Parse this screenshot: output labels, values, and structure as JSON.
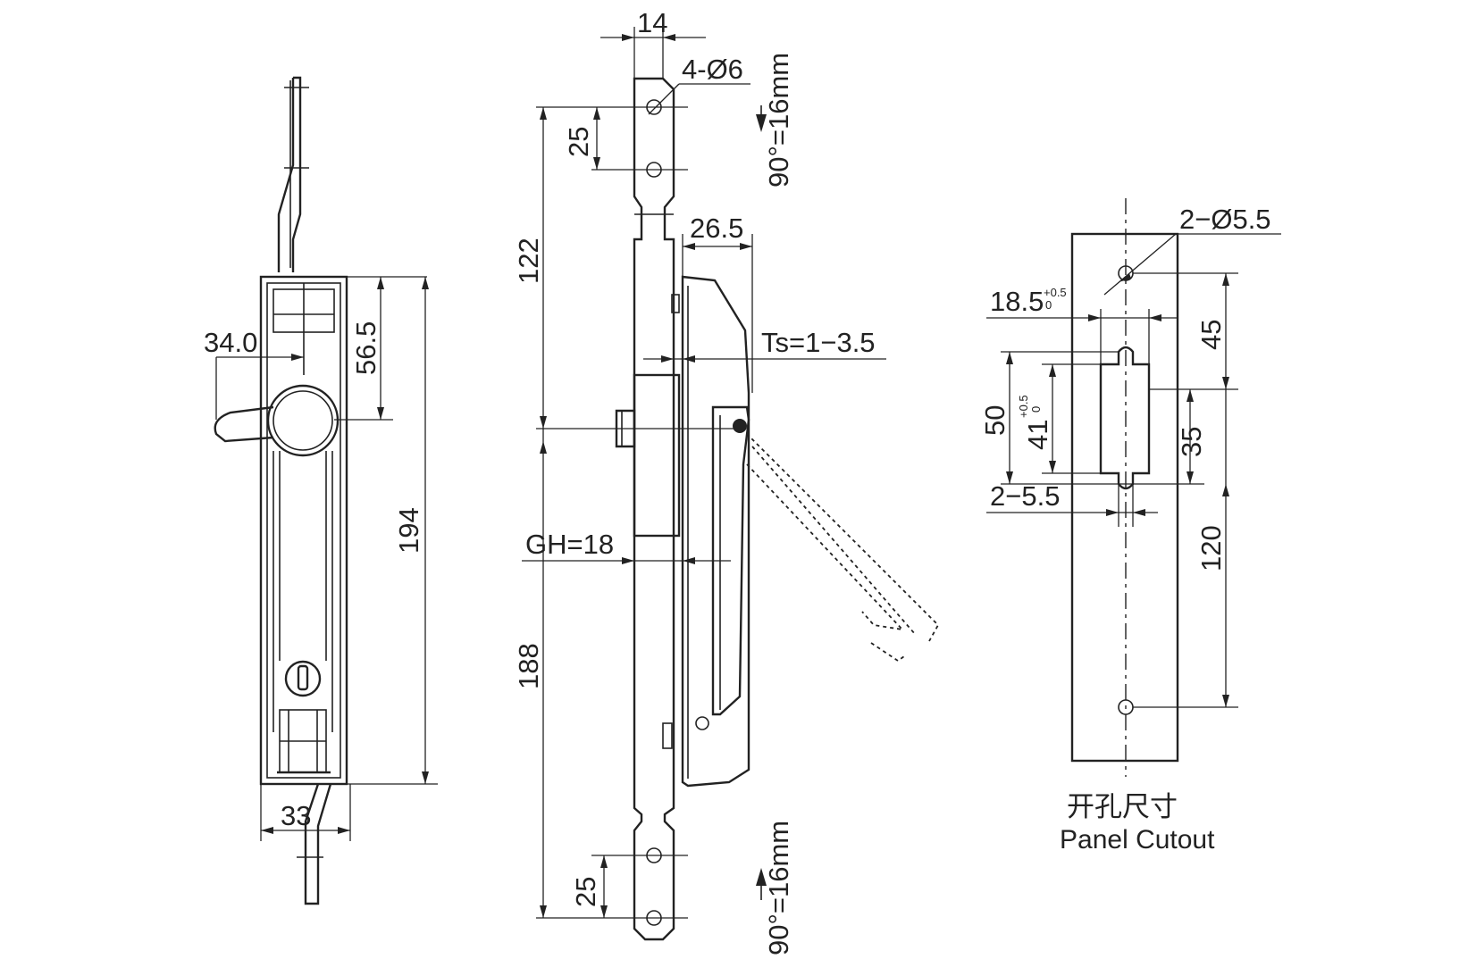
{
  "dimensions": {
    "front": {
      "width_handle": "34.0",
      "top_section": "56.5",
      "body_height": "194",
      "body_width": "33"
    },
    "side": {
      "rod_width": "14",
      "holes": "4-Ø6",
      "hole_pitch_top": "25",
      "upper_length": "122",
      "handle_depth": "26.5",
      "panel_thickness": "Ts=1−3.5",
      "grip_height": "GH=18",
      "lower_length": "188",
      "hole_pitch_bottom": "25",
      "rotation_note_top": "90°=16mm",
      "rotation_note_bottom": "90°=16mm"
    },
    "cutout": {
      "holes": "2−Ø5.5",
      "slot_width": "18.5",
      "slot_width_tol_upper": "+0.5",
      "slot_width_tol_lower": "0",
      "top_offset": "45",
      "overall_slot": "50",
      "slot_height": "41",
      "slot_height_tol_upper": "+0.5",
      "slot_height_tol_lower": "0",
      "notch_width": "2−5.5",
      "slot_to_hole": "35",
      "lower_distance": "120"
    }
  },
  "captions": {
    "chinese": "开孔尺寸",
    "english": "Panel Cutout"
  },
  "colors": {
    "line": "#222222",
    "background": "#ffffff"
  }
}
